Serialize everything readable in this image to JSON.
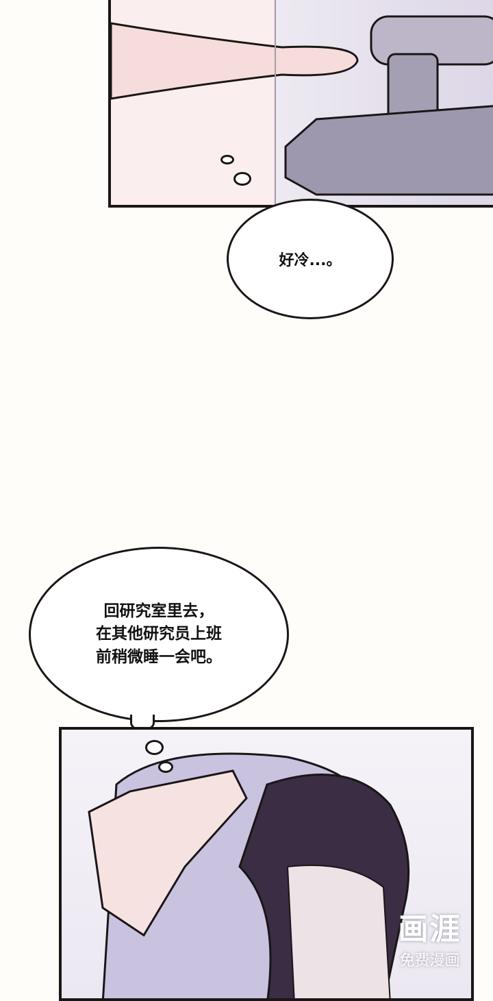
{
  "bubbles": {
    "top": {
      "text": "好冷...。"
    },
    "middle": {
      "lines": [
        "回研究室里去，",
        "在其他研究员上班",
        "前稍微睡一会吧。"
      ]
    }
  },
  "watermark": {
    "logo": "画涯",
    "subtitle": "免费漫画"
  },
  "colors": {
    "ink": "#1a1616",
    "skin": "#fbeeee",
    "towel": "#c9c3e0",
    "hair": "#3a2d44"
  }
}
